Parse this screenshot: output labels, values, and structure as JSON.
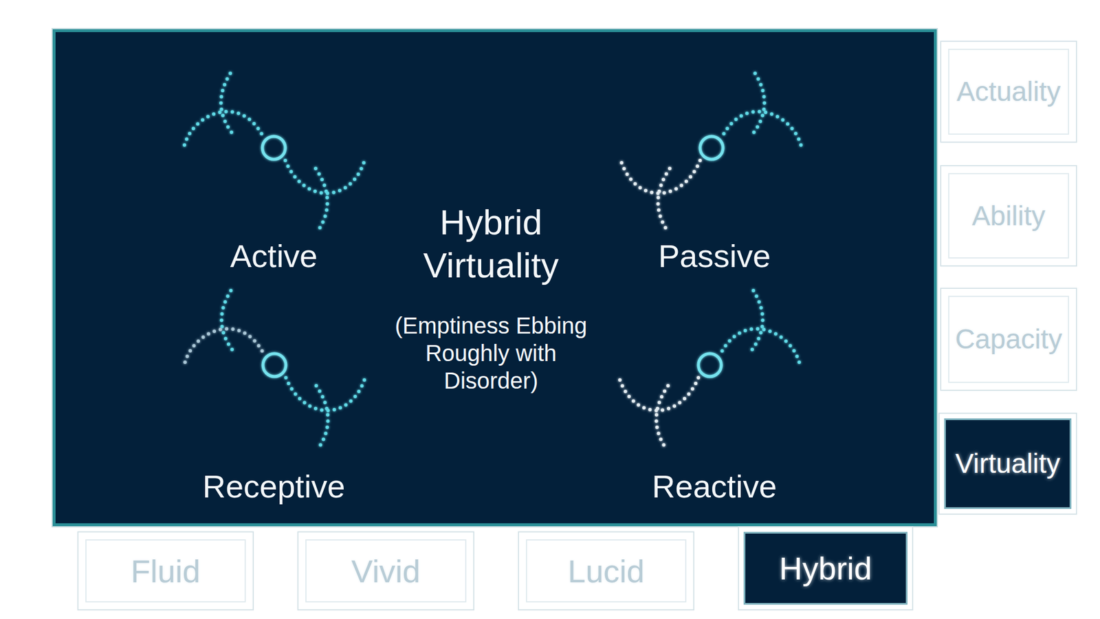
{
  "diagram": {
    "nodes": [
      {
        "text": [
          "Hybrid Virtuality",
          "(Emptiness Ebbing Roughly with Disorder)"
        ]
      },
      {
        "text": [
          "Actuality"
        ]
      },
      {
        "text": [
          "Ability"
        ]
      },
      {
        "text": [
          "Capacity"
        ]
      },
      {
        "text": [
          "Virtuality"
        ]
      },
      {
        "text": [
          "Fluid"
        ]
      },
      {
        "text": [
          "Vivid"
        ]
      },
      {
        "text": [
          "Lucid"
        ]
      },
      {
        "text": [
          "Hybrid"
        ]
      }
    ],
    "labels": [
      "Active",
      "Passive",
      "Receptive",
      "Reactive"
    ]
  }
}
